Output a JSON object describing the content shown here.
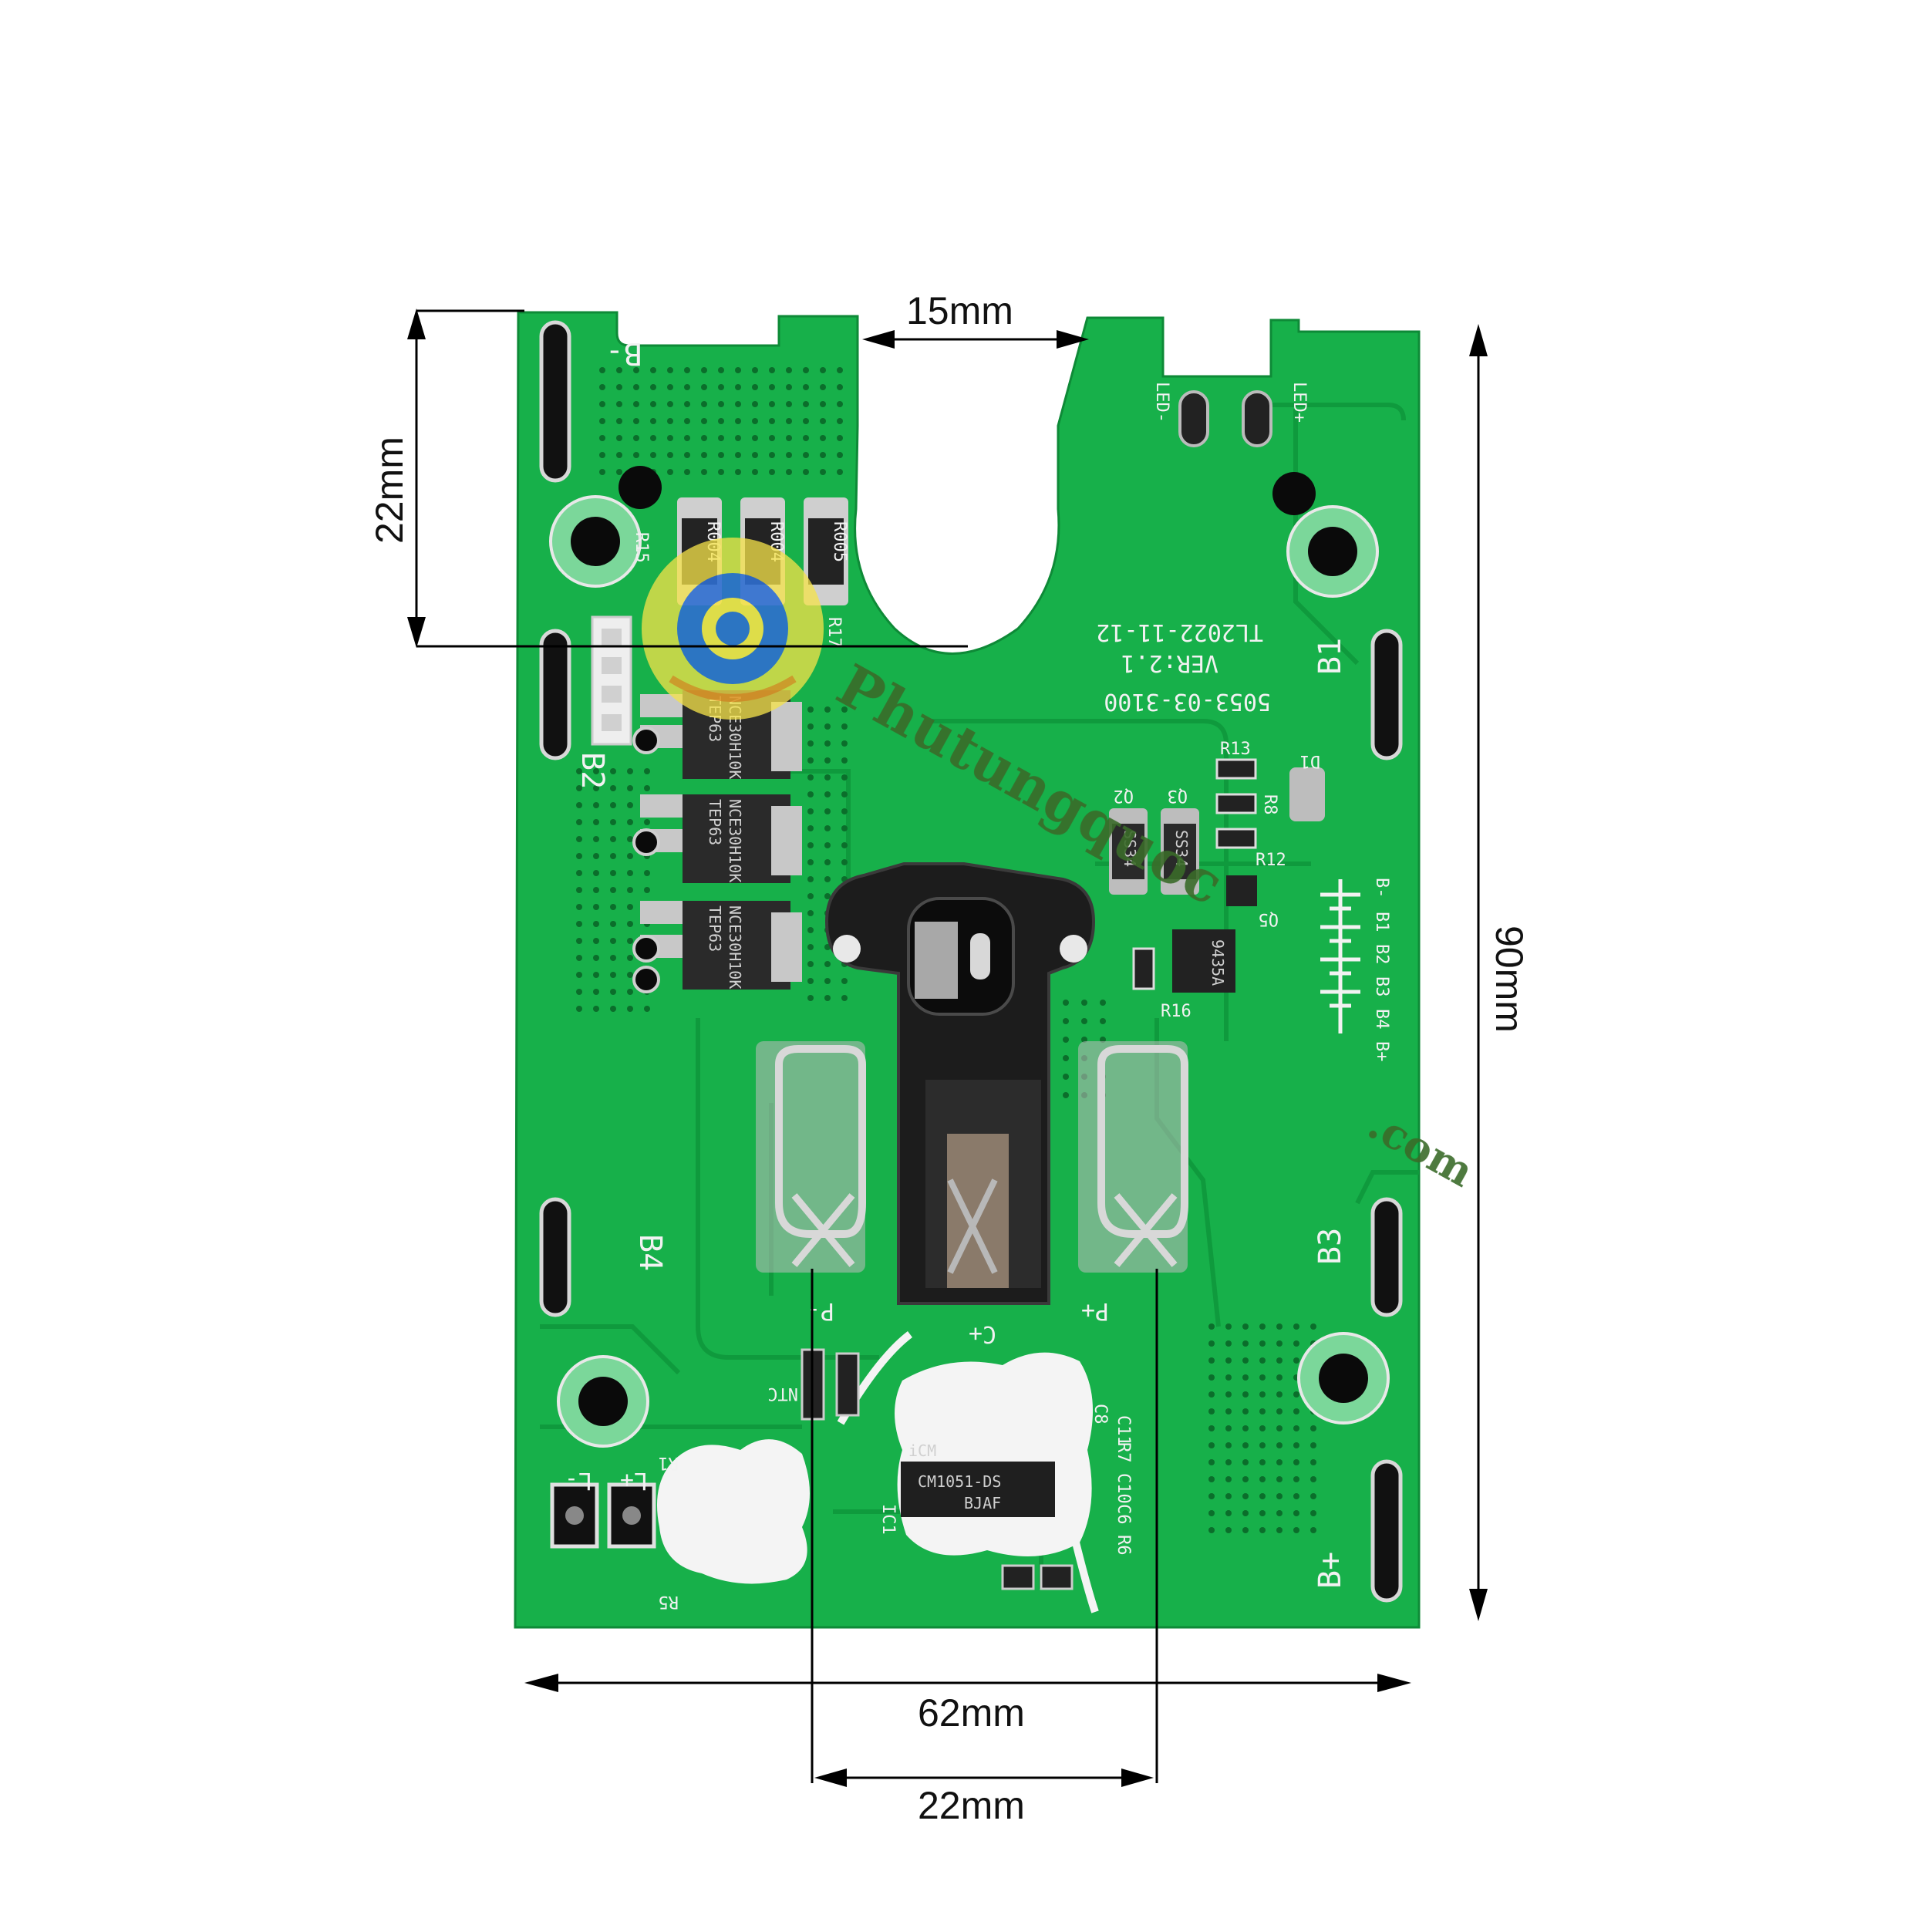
{
  "dimensions": {
    "top_gap": "15mm",
    "left_height": "22mm",
    "right_height": "90mm",
    "overall_width": "62mm",
    "terminal_spacing": "22mm"
  },
  "silkscreen": {
    "b_minus": "B-",
    "b_plus": "B+",
    "b1": "B1",
    "b2": "B2",
    "b3": "B3",
    "b4": "B4",
    "led_minus": "LED-",
    "led_plus": "LED+",
    "date": "TL2022-11-12",
    "version": "VER:2.1",
    "part_number": "5053-03-3100",
    "p_minus": "P-",
    "p_plus": "P+",
    "c_plus": "C+",
    "l_minus": "L-",
    "l_plus": "L+",
    "ntc": "NTC",
    "r15": "R15",
    "r17": "R17",
    "r13": "R13",
    "r8": "R8",
    "r12": "R12",
    "r16": "R16",
    "q2": "Q2",
    "q3": "Q3",
    "q5": "Q5",
    "d1": "D1",
    "ic1": "IC1",
    "r1": "R1",
    "r5": "R5",
    "r6": "R6",
    "r7": "R7",
    "c6": "C6",
    "c8": "C8",
    "c10": "C10",
    "c11": "C11",
    "cell_b_minus": "B-",
    "cell_b1": "B1",
    "cell_b2": "B2",
    "cell_b3": "B3",
    "cell_b4": "B4",
    "cell_b_plus": "B+"
  },
  "components": {
    "resistor_1": "R004",
    "resistor_2": "R004",
    "resistor_3": "R005",
    "mosfet_1": "NCE30H10K",
    "mosfet_2": "NCE30H10K",
    "mosfet_3": "NCE30H10K",
    "mosfet_code": "TEP63",
    "diode_1": "SS34",
    "diode_2": "SS34",
    "ic_brand": "iCM",
    "ic_model": "CM1051-DS",
    "ic_code": "BJAF",
    "sop_chip": "9435A"
  },
  "watermark": {
    "site": "Phutungquoc",
    "domain": ".com"
  },
  "colors": {
    "pcb_green": "#17b04a",
    "trace_green": "#0f9a3d",
    "silkscreen": "#f2f2f2",
    "dimension_line": "#000000",
    "connector_black": "#1c1c1c",
    "glue_white": "#f4f4f4"
  }
}
